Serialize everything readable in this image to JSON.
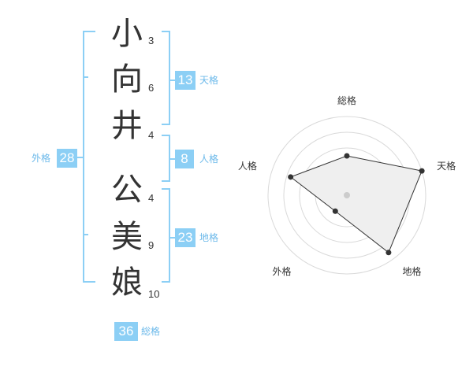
{
  "name_chars": [
    {
      "char": "小",
      "strokes": "3"
    },
    {
      "char": "向",
      "strokes": "6"
    },
    {
      "char": "井",
      "strokes": "4"
    },
    {
      "char": "公",
      "strokes": "4"
    },
    {
      "char": "美",
      "strokes": "9"
    },
    {
      "char": "娘",
      "strokes": "10"
    }
  ],
  "fortunes": {
    "tenkaku": {
      "value": "13",
      "label": "天格"
    },
    "jinkaku": {
      "value": "8",
      "label": "人格"
    },
    "chikaku": {
      "value": "23",
      "label": "地格"
    },
    "gaikaku": {
      "value": "28",
      "label": "外格"
    },
    "soukaku": {
      "value": "36",
      "label": "総格"
    }
  },
  "colors": {
    "accent": "#8ccff5",
    "label": "#6cb9ea",
    "bracket": "#8ccff5"
  },
  "chart_data": {
    "type": "radar",
    "axes": [
      "総格",
      "天格",
      "地格",
      "外格",
      "人格"
    ],
    "values": [
      0.5,
      1.0,
      0.9,
      0.25,
      0.75
    ],
    "rings": 5,
    "max": 1.0
  }
}
